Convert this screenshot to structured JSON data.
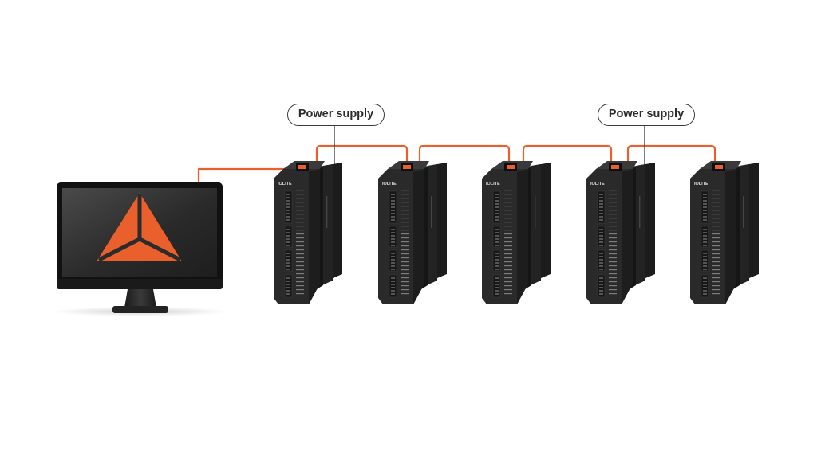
{
  "diagram": {
    "callouts": [
      {
        "label": "Power supply"
      },
      {
        "label": "Power supply"
      }
    ],
    "device_brand": "IOLITE",
    "device_count": 5,
    "colors": {
      "cable": "#e9602c",
      "logo": "#e9602c",
      "device_body": "#2a2a2a",
      "monitor_bezel": "#111111",
      "callout_border": "#3a3a3a"
    },
    "icons": {
      "computer": "monitor-icon",
      "app_logo": "dewesoft-triangle-logo"
    }
  }
}
